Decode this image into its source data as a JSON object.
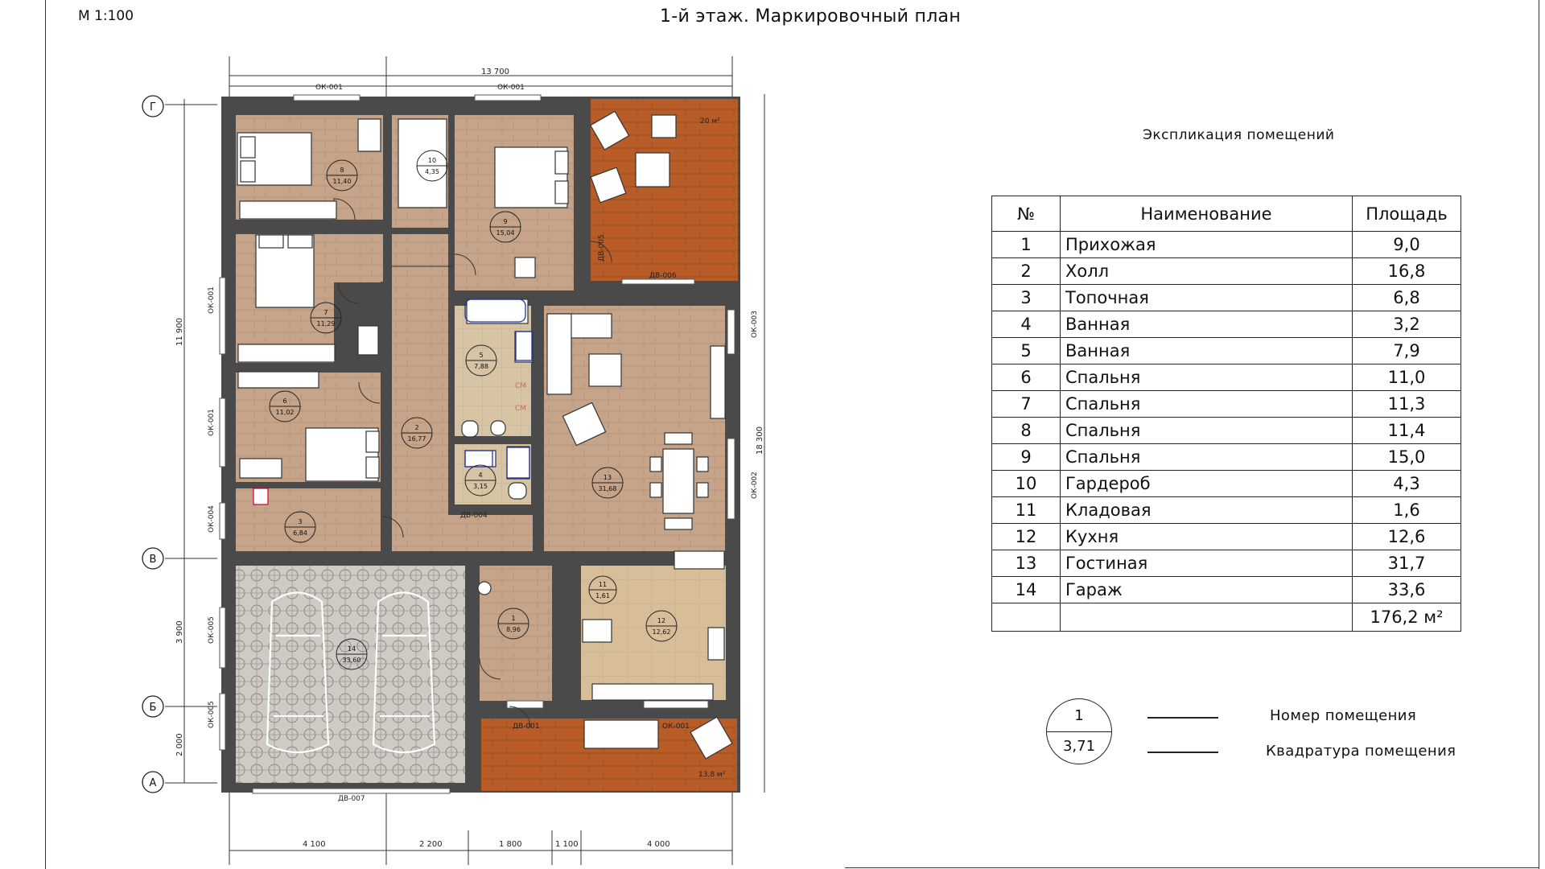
{
  "layout": "floor plan sheet with room explication table",
  "scale": "М 1:100",
  "title": "1-й этаж. Маркировочный план",
  "right_heading": "Экспликация помещений",
  "table": {
    "headers": [
      "№",
      "Наименование",
      "Площадь"
    ],
    "rows": [
      [
        "1",
        "Прихожая",
        "9,0"
      ],
      [
        "2",
        "Холл",
        "16,8"
      ],
      [
        "3",
        "Топочная",
        "6,8"
      ],
      [
        "4",
        "Ванная",
        "3,2"
      ],
      [
        "5",
        "Ванная",
        "7,9"
      ],
      [
        "6",
        "Спальня",
        "11,0"
      ],
      [
        "7",
        "Спальня",
        "11,3"
      ],
      [
        "8",
        "Спальня",
        "11,4"
      ],
      [
        "9",
        "Спальня",
        "15,0"
      ],
      [
        "10",
        "Гардероб",
        "4,3"
      ],
      [
        "11",
        "Кладовая",
        "1,6"
      ],
      [
        "12",
        "Кухня",
        "12,6"
      ],
      [
        "13",
        "Гостиная",
        "31,7"
      ],
      [
        "14",
        "Гараж",
        "33,6"
      ]
    ],
    "total": "176,2 м²"
  },
  "legend": {
    "marker_number": "1",
    "marker_area": "3,71",
    "line1": "Номер помещения",
    "line2": "Квадратура помещения"
  },
  "plan": {
    "overall_width": "13 700",
    "overall_height": "18 300",
    "left_height_upper": "11 900",
    "left_height_mid": "3 900",
    "left_height_low": "2 000",
    "bottom_dims": [
      "4 100",
      "2 200",
      "1 800",
      "1 100",
      "4 000"
    ],
    "axes": [
      "Г",
      "В",
      "Б",
      "А"
    ],
    "windows": [
      "ОК-001",
      "ОК-001",
      "ОК-001",
      "ОК-001",
      "ОК-004",
      "ОК-005",
      "ОК-005",
      "ОК-003",
      "ОК-002",
      "ОК-001"
    ],
    "doors": [
      "ДВ-005",
      "ДВ-006",
      "ДВ-004",
      "ДВ-001",
      "ДВ-007"
    ],
    "terrace_top_area": "20 м²",
    "terrace_bottom_area": "13,8 м²",
    "wc_tags": [
      "СМ",
      "СМ"
    ],
    "rooms": [
      {
        "n": "1",
        "a": "8,96"
      },
      {
        "n": "2",
        "a": "16,77"
      },
      {
        "n": "3",
        "a": "6,84"
      },
      {
        "n": "4",
        "a": "3,15"
      },
      {
        "n": "5",
        "a": "7,88"
      },
      {
        "n": "6",
        "a": "11,02"
      },
      {
        "n": "7",
        "a": "11,29"
      },
      {
        "n": "8",
        "a": "11,40"
      },
      {
        "n": "9",
        "a": "15,04"
      },
      {
        "n": "10",
        "a": "4,35"
      },
      {
        "n": "11",
        "a": "1,61"
      },
      {
        "n": "12",
        "a": "12,62"
      },
      {
        "n": "13",
        "a": "31,68"
      },
      {
        "n": "14",
        "a": "33,60"
      }
    ]
  }
}
